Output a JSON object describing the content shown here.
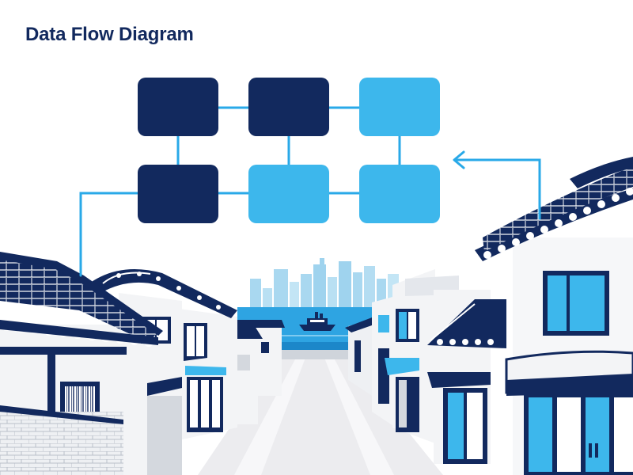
{
  "title": "Data Flow Diagram",
  "colors": {
    "navy": "#12295e",
    "sky": "#3db7ec",
    "connector": "#29a9e8",
    "wall": "#f3f4f6",
    "shadow": "#d4d8de",
    "road": "#ececef",
    "skyline": "#a9d8f0",
    "water": "#2ea4e2"
  },
  "diagram": {
    "nodes": [
      {
        "id": "r1c1",
        "row": 1,
        "col": 1,
        "fill": "navy"
      },
      {
        "id": "r1c2",
        "row": 1,
        "col": 2,
        "fill": "navy"
      },
      {
        "id": "r1c3",
        "row": 1,
        "col": 3,
        "fill": "sky"
      },
      {
        "id": "r2c1",
        "row": 2,
        "col": 1,
        "fill": "navy"
      },
      {
        "id": "r2c2",
        "row": 2,
        "col": 2,
        "fill": "sky"
      },
      {
        "id": "r2c3",
        "row": 2,
        "col": 3,
        "fill": "sky"
      }
    ],
    "edges": [
      {
        "from": "r1c1",
        "to": "r1c2"
      },
      {
        "from": "r1c2",
        "to": "r1c3"
      },
      {
        "from": "r2c1",
        "to": "r2c2"
      },
      {
        "from": "r2c2",
        "to": "r2c3"
      },
      {
        "from": "r1c1",
        "to": "r2c1"
      },
      {
        "from": "r1c2",
        "to": "r2c2"
      },
      {
        "from": "r1c3",
        "to": "r2c3"
      },
      {
        "from": "left-rooftop",
        "to": "r2c1",
        "style": "line"
      },
      {
        "from": "right-rooftop",
        "to": "r2c3",
        "style": "arrow"
      }
    ]
  },
  "scene": {
    "description_icons": [
      "hanok-roof-icon",
      "city-skyline-icon",
      "ferry-boat-icon",
      "shop-awning-icon"
    ]
  }
}
